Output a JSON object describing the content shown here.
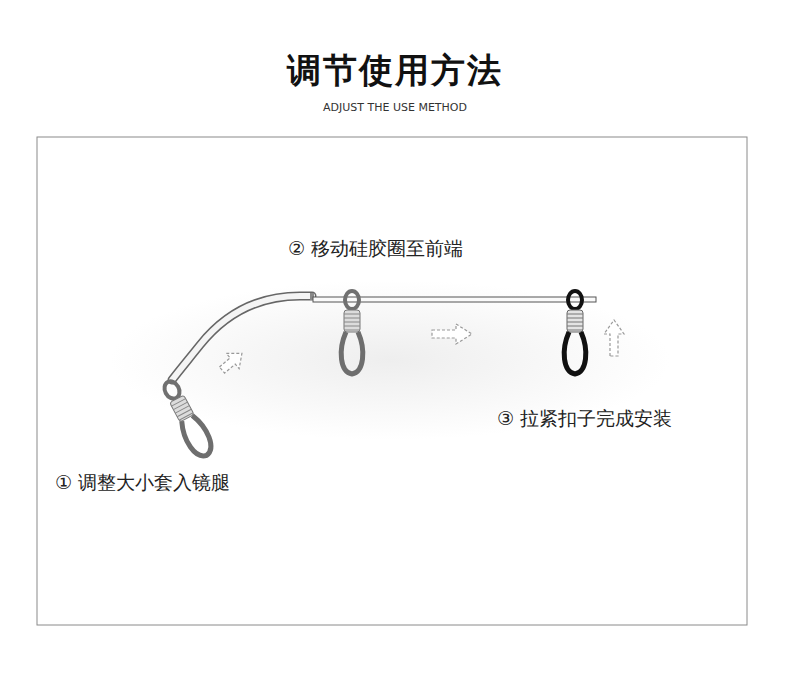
{
  "diagram": {
    "title": "调节使用方法",
    "labels": [
      "ADJUST THE USE METHOD",
      "② 移动硅胶圈至前端",
      "③ 拉紧扣子完成安装",
      "① 调整大小套入镜腿"
    ]
  }
}
